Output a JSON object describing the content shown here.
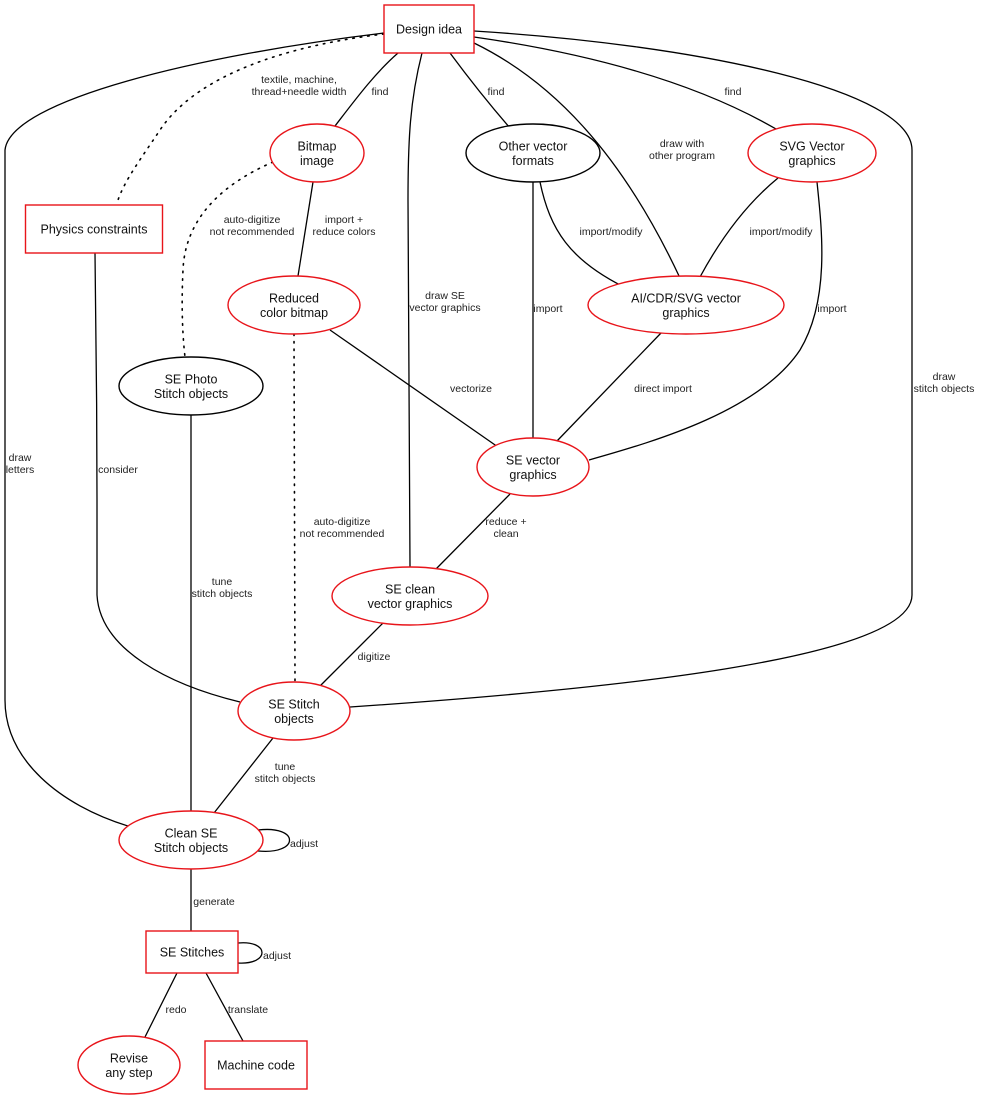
{
  "title": "Embroidery design workflow",
  "colors": {
    "highlight": "#e8141a",
    "normal": "#000000",
    "edge": "#000000"
  },
  "nodes": [
    {
      "id": "design_idea",
      "shape": "box",
      "style": "highlight",
      "lines": [
        "Design idea"
      ]
    },
    {
      "id": "bitmap",
      "shape": "ellipse",
      "style": "highlight",
      "lines": [
        "Bitmap",
        "image"
      ]
    },
    {
      "id": "other_vector",
      "shape": "ellipse",
      "style": "normal",
      "lines": [
        "Other vector",
        "formats"
      ]
    },
    {
      "id": "svg_vector",
      "shape": "ellipse",
      "style": "highlight",
      "lines": [
        "SVG Vector",
        "graphics"
      ]
    },
    {
      "id": "physics",
      "shape": "box",
      "style": "highlight",
      "lines": [
        "Physics constraints"
      ]
    },
    {
      "id": "reduced_bitmap",
      "shape": "ellipse",
      "style": "highlight",
      "lines": [
        "Reduced",
        "color bitmap"
      ]
    },
    {
      "id": "ai_cdr_svg",
      "shape": "ellipse",
      "style": "highlight",
      "lines": [
        "AI/CDR/SVG vector",
        "graphics"
      ]
    },
    {
      "id": "se_photo",
      "shape": "ellipse",
      "style": "normal",
      "lines": [
        "SE Photo",
        "Stitch objects"
      ]
    },
    {
      "id": "se_vector",
      "shape": "ellipse",
      "style": "highlight",
      "lines": [
        "SE vector",
        "graphics"
      ]
    },
    {
      "id": "se_clean_vector",
      "shape": "ellipse",
      "style": "highlight",
      "lines": [
        "SE clean",
        "vector graphics"
      ]
    },
    {
      "id": "se_stitch_objects",
      "shape": "ellipse",
      "style": "highlight",
      "lines": [
        "SE Stitch",
        "objects"
      ]
    },
    {
      "id": "clean_se_stitch",
      "shape": "ellipse",
      "style": "highlight",
      "lines": [
        "Clean SE",
        "Stitch objects"
      ]
    },
    {
      "id": "se_stitches",
      "shape": "box",
      "style": "highlight",
      "lines": [
        "SE Stitches"
      ]
    },
    {
      "id": "revise",
      "shape": "ellipse",
      "style": "highlight",
      "lines": [
        "Revise",
        "any step"
      ]
    },
    {
      "id": "machine_code",
      "shape": "box",
      "style": "highlight",
      "lines": [
        "Machine code"
      ]
    }
  ],
  "edges": [
    {
      "id": "design-physics",
      "from": "design_idea",
      "to": "physics",
      "style": "dotted",
      "label": [
        "textile, machine,",
        "thread+needle width"
      ]
    },
    {
      "id": "design-bitmap",
      "from": "design_idea",
      "to": "bitmap",
      "style": "solid",
      "label": [
        "find"
      ]
    },
    {
      "id": "design-other",
      "from": "design_idea",
      "to": "other_vector",
      "style": "solid",
      "label": [
        "find"
      ]
    },
    {
      "id": "design-svg",
      "from": "design_idea",
      "to": "svg_vector",
      "style": "solid",
      "label": [
        "find"
      ]
    },
    {
      "id": "design-ai",
      "from": "design_idea",
      "to": "ai_cdr_svg",
      "style": "solid",
      "label": [
        "draw with",
        "other program"
      ]
    },
    {
      "id": "design-seclean",
      "from": "design_idea",
      "to": "se_clean_vector",
      "style": "solid",
      "label": [
        "draw SE",
        "vector graphics"
      ]
    },
    {
      "id": "design-clean-letters",
      "from": "design_idea",
      "to": "clean_se_stitch",
      "style": "solid",
      "label": [
        "draw",
        "letters"
      ]
    },
    {
      "id": "design-sestitch",
      "from": "design_idea",
      "to": "se_stitch_objects",
      "style": "solid",
      "label": [
        "draw",
        "stitch objects"
      ]
    },
    {
      "id": "bitmap-photo",
      "from": "bitmap",
      "to": "se_photo",
      "style": "dotted",
      "label": [
        "auto-digitize",
        "not recommended"
      ]
    },
    {
      "id": "bitmap-reduced",
      "from": "bitmap",
      "to": "reduced_bitmap",
      "style": "solid",
      "label": [
        "import +",
        "reduce colors"
      ]
    },
    {
      "id": "other-ai",
      "from": "other_vector",
      "to": "ai_cdr_svg",
      "style": "solid",
      "label": [
        "import/modify"
      ]
    },
    {
      "id": "other-sevector",
      "from": "other_vector",
      "to": "se_vector",
      "style": "solid",
      "label": [
        "import"
      ]
    },
    {
      "id": "svg-ai",
      "from": "svg_vector",
      "to": "ai_cdr_svg",
      "style": "solid",
      "label": [
        "import/modify"
      ]
    },
    {
      "id": "svg-sevector",
      "from": "svg_vector",
      "to": "se_vector",
      "style": "solid",
      "label": [
        "import"
      ]
    },
    {
      "id": "physics-sestitch",
      "from": "physics",
      "to": "se_stitch_objects",
      "style": "solid",
      "label": [
        "consider"
      ]
    },
    {
      "id": "reduced-sevector",
      "from": "reduced_bitmap",
      "to": "se_vector",
      "style": "solid",
      "label": [
        "vectorize"
      ]
    },
    {
      "id": "reduced-sestitch",
      "from": "reduced_bitmap",
      "to": "se_stitch_objects",
      "style": "dotted",
      "label": [
        "auto-digitize",
        "not recommended"
      ]
    },
    {
      "id": "ai-sevector",
      "from": "ai_cdr_svg",
      "to": "se_vector",
      "style": "solid",
      "label": [
        "direct import"
      ]
    },
    {
      "id": "photo-clean",
      "from": "se_photo",
      "to": "clean_se_stitch",
      "style": "solid",
      "label": [
        "tune",
        "stitch objects"
      ]
    },
    {
      "id": "sevector-seclean",
      "from": "se_vector",
      "to": "se_clean_vector",
      "style": "solid",
      "label": [
        "reduce +",
        "clean"
      ]
    },
    {
      "id": "seclean-sestitch",
      "from": "se_clean_vector",
      "to": "se_stitch_objects",
      "style": "solid",
      "label": [
        "digitize"
      ]
    },
    {
      "id": "sestitch-clean",
      "from": "se_stitch_objects",
      "to": "clean_se_stitch",
      "style": "solid",
      "label": [
        "tune",
        "stitch objects"
      ]
    },
    {
      "id": "clean-self",
      "from": "clean_se_stitch",
      "to": "clean_se_stitch",
      "style": "solid",
      "label": [
        "adjust"
      ]
    },
    {
      "id": "clean-stitches",
      "from": "clean_se_stitch",
      "to": "se_stitches",
      "style": "solid",
      "label": [
        "generate"
      ]
    },
    {
      "id": "stitches-self",
      "from": "se_stitches",
      "to": "se_stitches",
      "style": "solid",
      "label": [
        "adjust"
      ]
    },
    {
      "id": "stitches-revise",
      "from": "se_stitches",
      "to": "revise",
      "style": "solid",
      "label": [
        "redo"
      ]
    },
    {
      "id": "stitches-machine",
      "from": "se_stitches",
      "to": "machine_code",
      "style": "solid",
      "label": [
        "translate"
      ]
    }
  ]
}
